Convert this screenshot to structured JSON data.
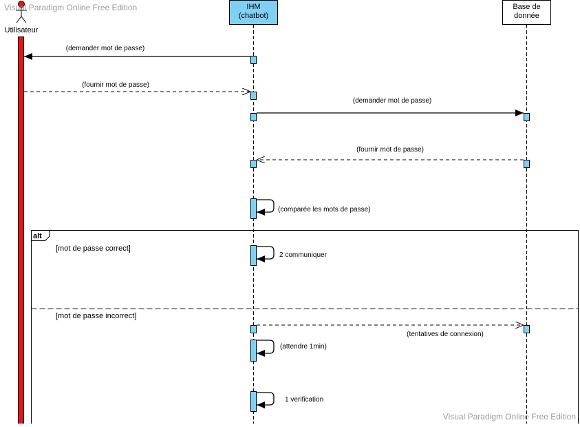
{
  "watermark": {
    "top": "Visual Paradigm Online Free Edition",
    "bottom": "Visual Paradigm Online Free Edition"
  },
  "participants": {
    "user": {
      "label": "Utilisateur",
      "kind": "actor"
    },
    "ihm": {
      "line1": "IHM",
      "line2": "(chatbot)"
    },
    "db": {
      "line1": "Base de",
      "line2": "donnée"
    }
  },
  "messages": {
    "m1": "(demander mot de passe)",
    "m2": "(fournir mot de passe)",
    "m3": "(demander mot de passe)",
    "m4": "(fournir mot de passe)",
    "m5": "(comparée les mots de passe)",
    "m6": "2 communiquer",
    "m7": "(tentatives de connexion)",
    "m8": "(attendre 1min)",
    "m9": "1 verification"
  },
  "fragment": {
    "operator": "alt",
    "guard1": "[mot de passe correct]",
    "guard2": "[mot de passe incorrect]"
  },
  "colors": {
    "actor_head": "#e8141b",
    "user_activation": "#e8141b",
    "ihm_box": "#7fd0f2",
    "activation": "#7fd0f2",
    "db_box": "#ffffff",
    "line": "#000000"
  }
}
